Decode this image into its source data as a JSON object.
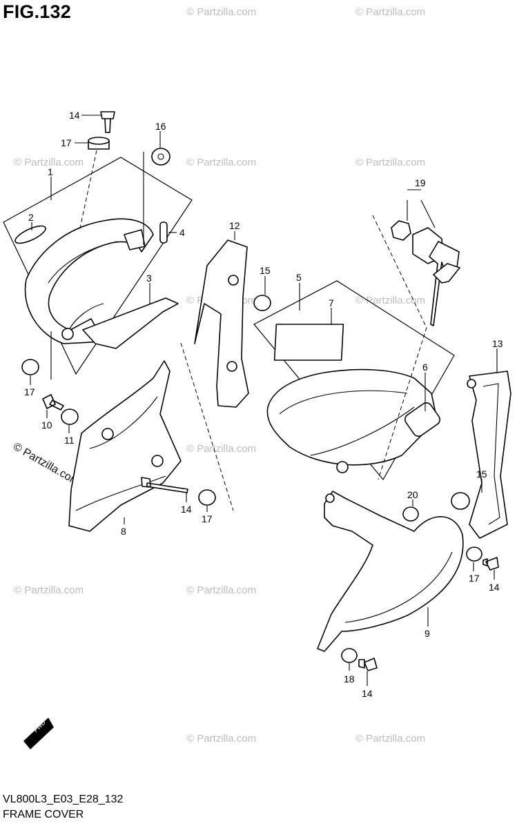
{
  "figure": {
    "title": "FIG.132"
  },
  "footer": {
    "code": "VL800L3_E03_E28_132",
    "caption": "FRAME COVER"
  },
  "watermark": {
    "small": "© Partzilla.com",
    "large": "© Partzilla.com"
  },
  "fwd_label": "FWD",
  "callouts": {
    "c1": "1",
    "c2": "2",
    "c3": "3",
    "c4": "4",
    "c5": "5",
    "c6": "6",
    "c7": "7",
    "c8": "8",
    "c9": "9",
    "c10": "10",
    "c11": "11",
    "c12": "12",
    "c13": "13",
    "c14a": "14",
    "c14b": "14",
    "c14c": "14",
    "c14d": "14",
    "c15a": "15",
    "c15b": "15",
    "c16": "16",
    "c17a": "17",
    "c17b": "17",
    "c17c": "17",
    "c17d": "17",
    "c18": "18",
    "c19": "19",
    "c20": "20"
  }
}
